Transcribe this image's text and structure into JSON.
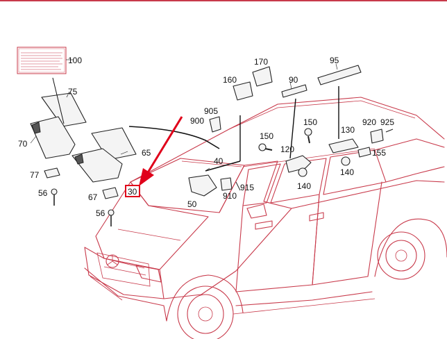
{
  "labels": [
    {
      "id": "label-100",
      "text": "100"
    },
    {
      "id": "label-75",
      "text": "75"
    },
    {
      "id": "label-70",
      "text": "70"
    },
    {
      "id": "label-65",
      "text": "65"
    },
    {
      "id": "label-77",
      "text": "77"
    },
    {
      "id": "label-56-left",
      "text": "56"
    },
    {
      "id": "label-67",
      "text": "67"
    },
    {
      "id": "label-56-right",
      "text": "56"
    },
    {
      "id": "label-callout",
      "text": "30"
    },
    {
      "id": "label-160",
      "text": "160"
    },
    {
      "id": "label-170",
      "text": "170"
    },
    {
      "id": "label-905",
      "text": "905"
    },
    {
      "id": "label-900",
      "text": "900"
    },
    {
      "id": "label-40",
      "text": "40"
    },
    {
      "id": "label-50",
      "text": "50"
    },
    {
      "id": "label-910",
      "text": "910"
    },
    {
      "id": "label-915",
      "text": "915"
    },
    {
      "id": "label-150-left",
      "text": "150"
    },
    {
      "id": "label-90",
      "text": "90"
    },
    {
      "id": "label-95",
      "text": "95"
    },
    {
      "id": "label-120",
      "text": "120"
    },
    {
      "id": "label-140-left",
      "text": "140"
    },
    {
      "id": "label-150-right",
      "text": "150"
    },
    {
      "id": "label-130",
      "text": "130"
    },
    {
      "id": "label-920",
      "text": "920"
    },
    {
      "id": "label-925",
      "text": "925"
    },
    {
      "id": "label-155",
      "text": "155"
    },
    {
      "id": "label-140-right",
      "text": "140"
    }
  ],
  "colors": {
    "outline": "#c8394a",
    "highlight": "#e0001a",
    "part_stroke": "#222222"
  }
}
